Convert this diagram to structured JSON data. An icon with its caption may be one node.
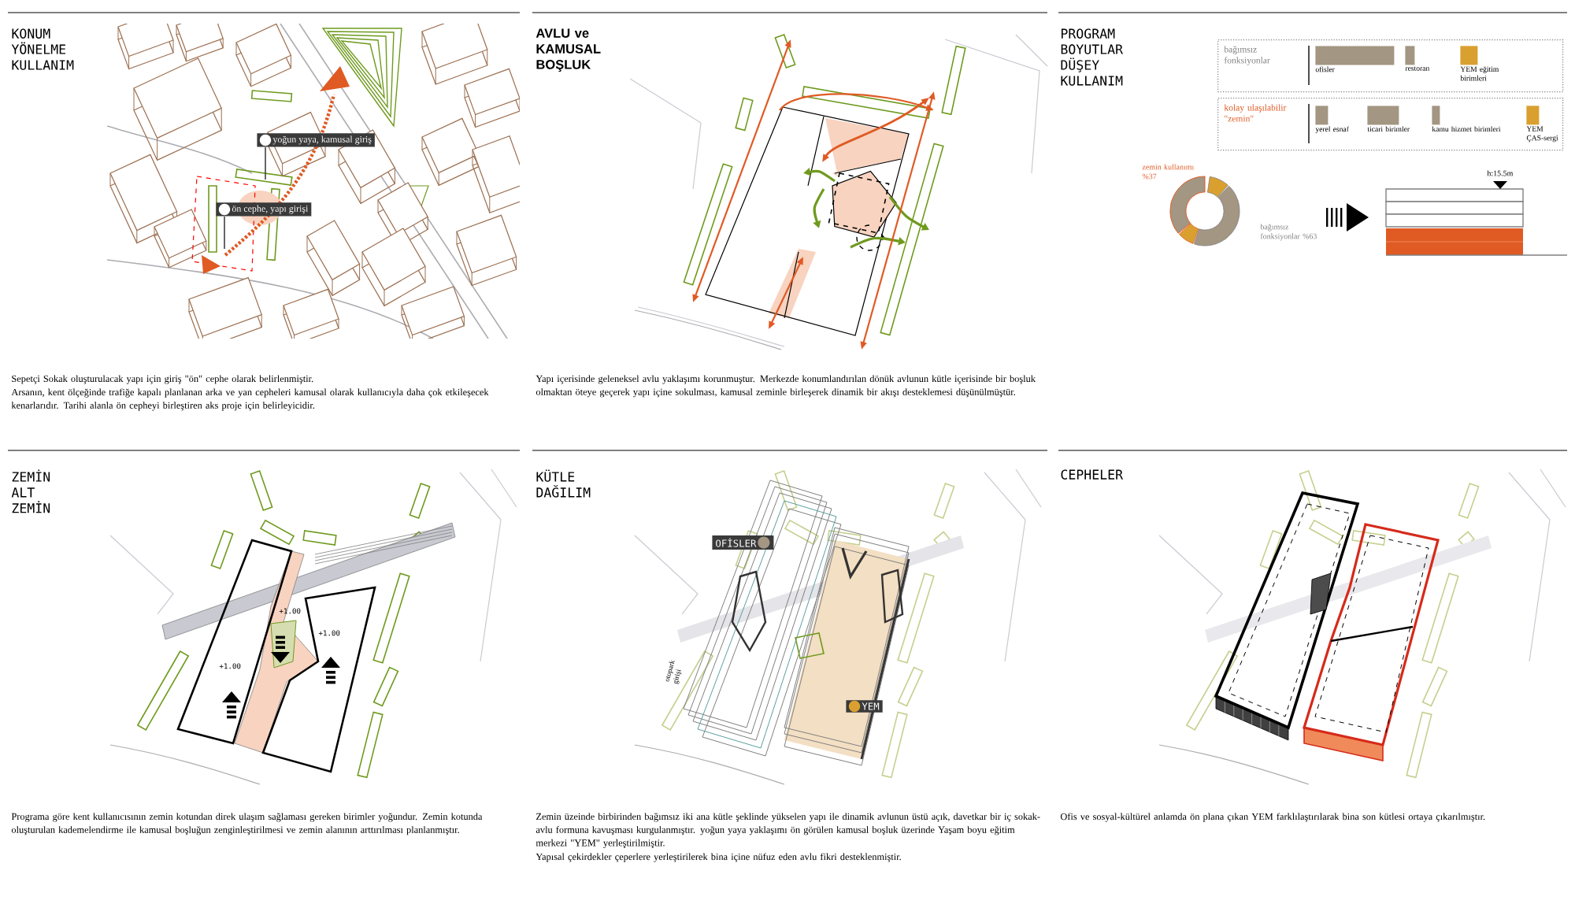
{
  "diagram": {
    "nodes": [
      {
        "text": [
          "yoğun yaya, kamusal giriş"
        ]
      },
      {
        "text": [
          "ön cephe, yapı girişi"
        ]
      },
      {
        "text": [
          "bağımsız fonksiyonlar"
        ]
      },
      {
        "text": [
          "ofisler"
        ],
        "in": 2
      },
      {
        "text": [
          "restoran"
        ],
        "in": 2
      },
      {
        "text": [
          "YEM eğitim birimleri"
        ],
        "in": 2
      },
      {
        "text": [
          "kolay ulaşılabilir \"zemin\""
        ]
      },
      {
        "text": [
          "yerel esnaf"
        ],
        "in": 6
      },
      {
        "text": [
          "ticari birimler"
        ],
        "in": 6
      },
      {
        "text": [
          "kamu hizmet birimleri"
        ],
        "in": 6
      },
      {
        "text": [
          "YEM ÇAS-sergi"
        ],
        "in": 6
      },
      {
        "text": [
          "OFİSLER"
        ]
      },
      {
        "text": [
          "YEM"
        ]
      }
    ],
    "edges": [
      {
        "from": 0,
        "to": null,
        "arrow": "none"
      },
      {
        "from": 1,
        "to": null,
        "arrow": "none"
      }
    ],
    "labels": [
      "KONUM YÖNELME KULLANIM",
      "Sepetçi Sokak oluşturulacak yapı için giriş \"ön\" cephe olarak belirlenmiştir.",
      "Arsanın, kent ölçeğinde trafiğe kapalı planlanan arka ve yan cepheleri kamusal olarak kullanıcıyla daha çok etkileşecek kenarlarıdır.  Tarihi alanla ön cepheyi birleştiren aks proje için belirleyicidir.",
      "AVLU ve KAMUSAL BOŞLUK",
      "Yapı içerisinde geleneksel avlu yaklaşımı korunmuştur. Merkezde konumlandırılan dönük avlunun kütle içerisinde bir boşluk olmaktan öteye geçerek yapı içine sokulması, kamusal zeminle birleşerek dinamik bir akışı desteklemesi düşünülmüştür.",
      "PROGRAM BOYUTLAR DÜŞEY KULLANIM",
      "zemin kullanımı %37",
      "bağımsız fonksiyonlar %63",
      "h:15.5m",
      "ZEMİN ALT ZEMİN",
      "+1.00",
      "+1.00",
      "+1.00",
      "Programa göre kent kullanıcısının zemin kotundan direk ulaşım sağlaması gereken birimler yoğundur. Zemin kotunda oluşturulan kademelendirme ile kamusal boşluğun zenginleştirilmesi ve zemin alanının arttırılması planlanmıştır.",
      "KÜTLE DAĞILIM",
      "otopark girişi",
      "Zemin üzeinde birbirinden bağımsız iki ana kütle şeklinde yükselen yapı ile dinamik avlunun üstü açık, davetkar bir iç sokak-avlu formuna kavuşması kurgulanmıştır. yoğun yaya yaklaşımı ön görülen kamusal boşluk üzerinde Yaşam boyu eğitim merkezi \"YEM\"  yerleştirilmiştir.",
      "Yapısal çekirdekler çeperlere yerleştirilerek bina içine nüfuz eden avlu fikri desteklenmiştir.",
      "CEPHELER",
      "Ofis ve sosyal-kültürel anlamda ön plana çıkan YEM farklılaştırılarak bina son kütlesi ortaya çıkarılmıştır."
    ]
  }
}
